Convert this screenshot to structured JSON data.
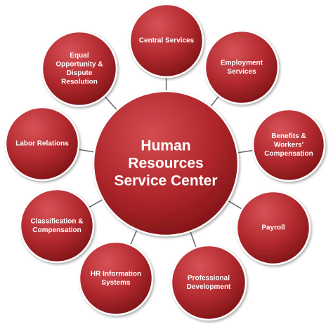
{
  "center": {
    "lines": [
      "Human",
      "Resources",
      "Service Center"
    ]
  },
  "nodes": [
    {
      "id": "central-services",
      "lines": [
        "Central Services"
      ]
    },
    {
      "id": "employment-services",
      "lines": [
        "Employment",
        "Services"
      ]
    },
    {
      "id": "benefits-workers-compensation",
      "lines": [
        "Benefits &",
        "Workers'",
        "Compensation"
      ]
    },
    {
      "id": "payroll",
      "lines": [
        "Payroll"
      ]
    },
    {
      "id": "professional-development",
      "lines": [
        "Professional",
        "Development"
      ]
    },
    {
      "id": "hr-information-systems",
      "lines": [
        "HR Information",
        "Systems"
      ]
    },
    {
      "id": "classification-compensation",
      "lines": [
        "Classification &",
        "Compensation"
      ]
    },
    {
      "id": "labor-relations",
      "lines": [
        "Labor Relations"
      ]
    },
    {
      "id": "equal-opportunity-dispute-resolution",
      "lines": [
        "Equal",
        "Opportunity &",
        "Dispute",
        "Resolution"
      ]
    }
  ],
  "colors": {
    "circle_light": "#d14a4f",
    "circle_mid": "#b0262b",
    "circle_dark": "#7d1416",
    "connector": "#6f6f6f",
    "text": "#ffffff"
  }
}
